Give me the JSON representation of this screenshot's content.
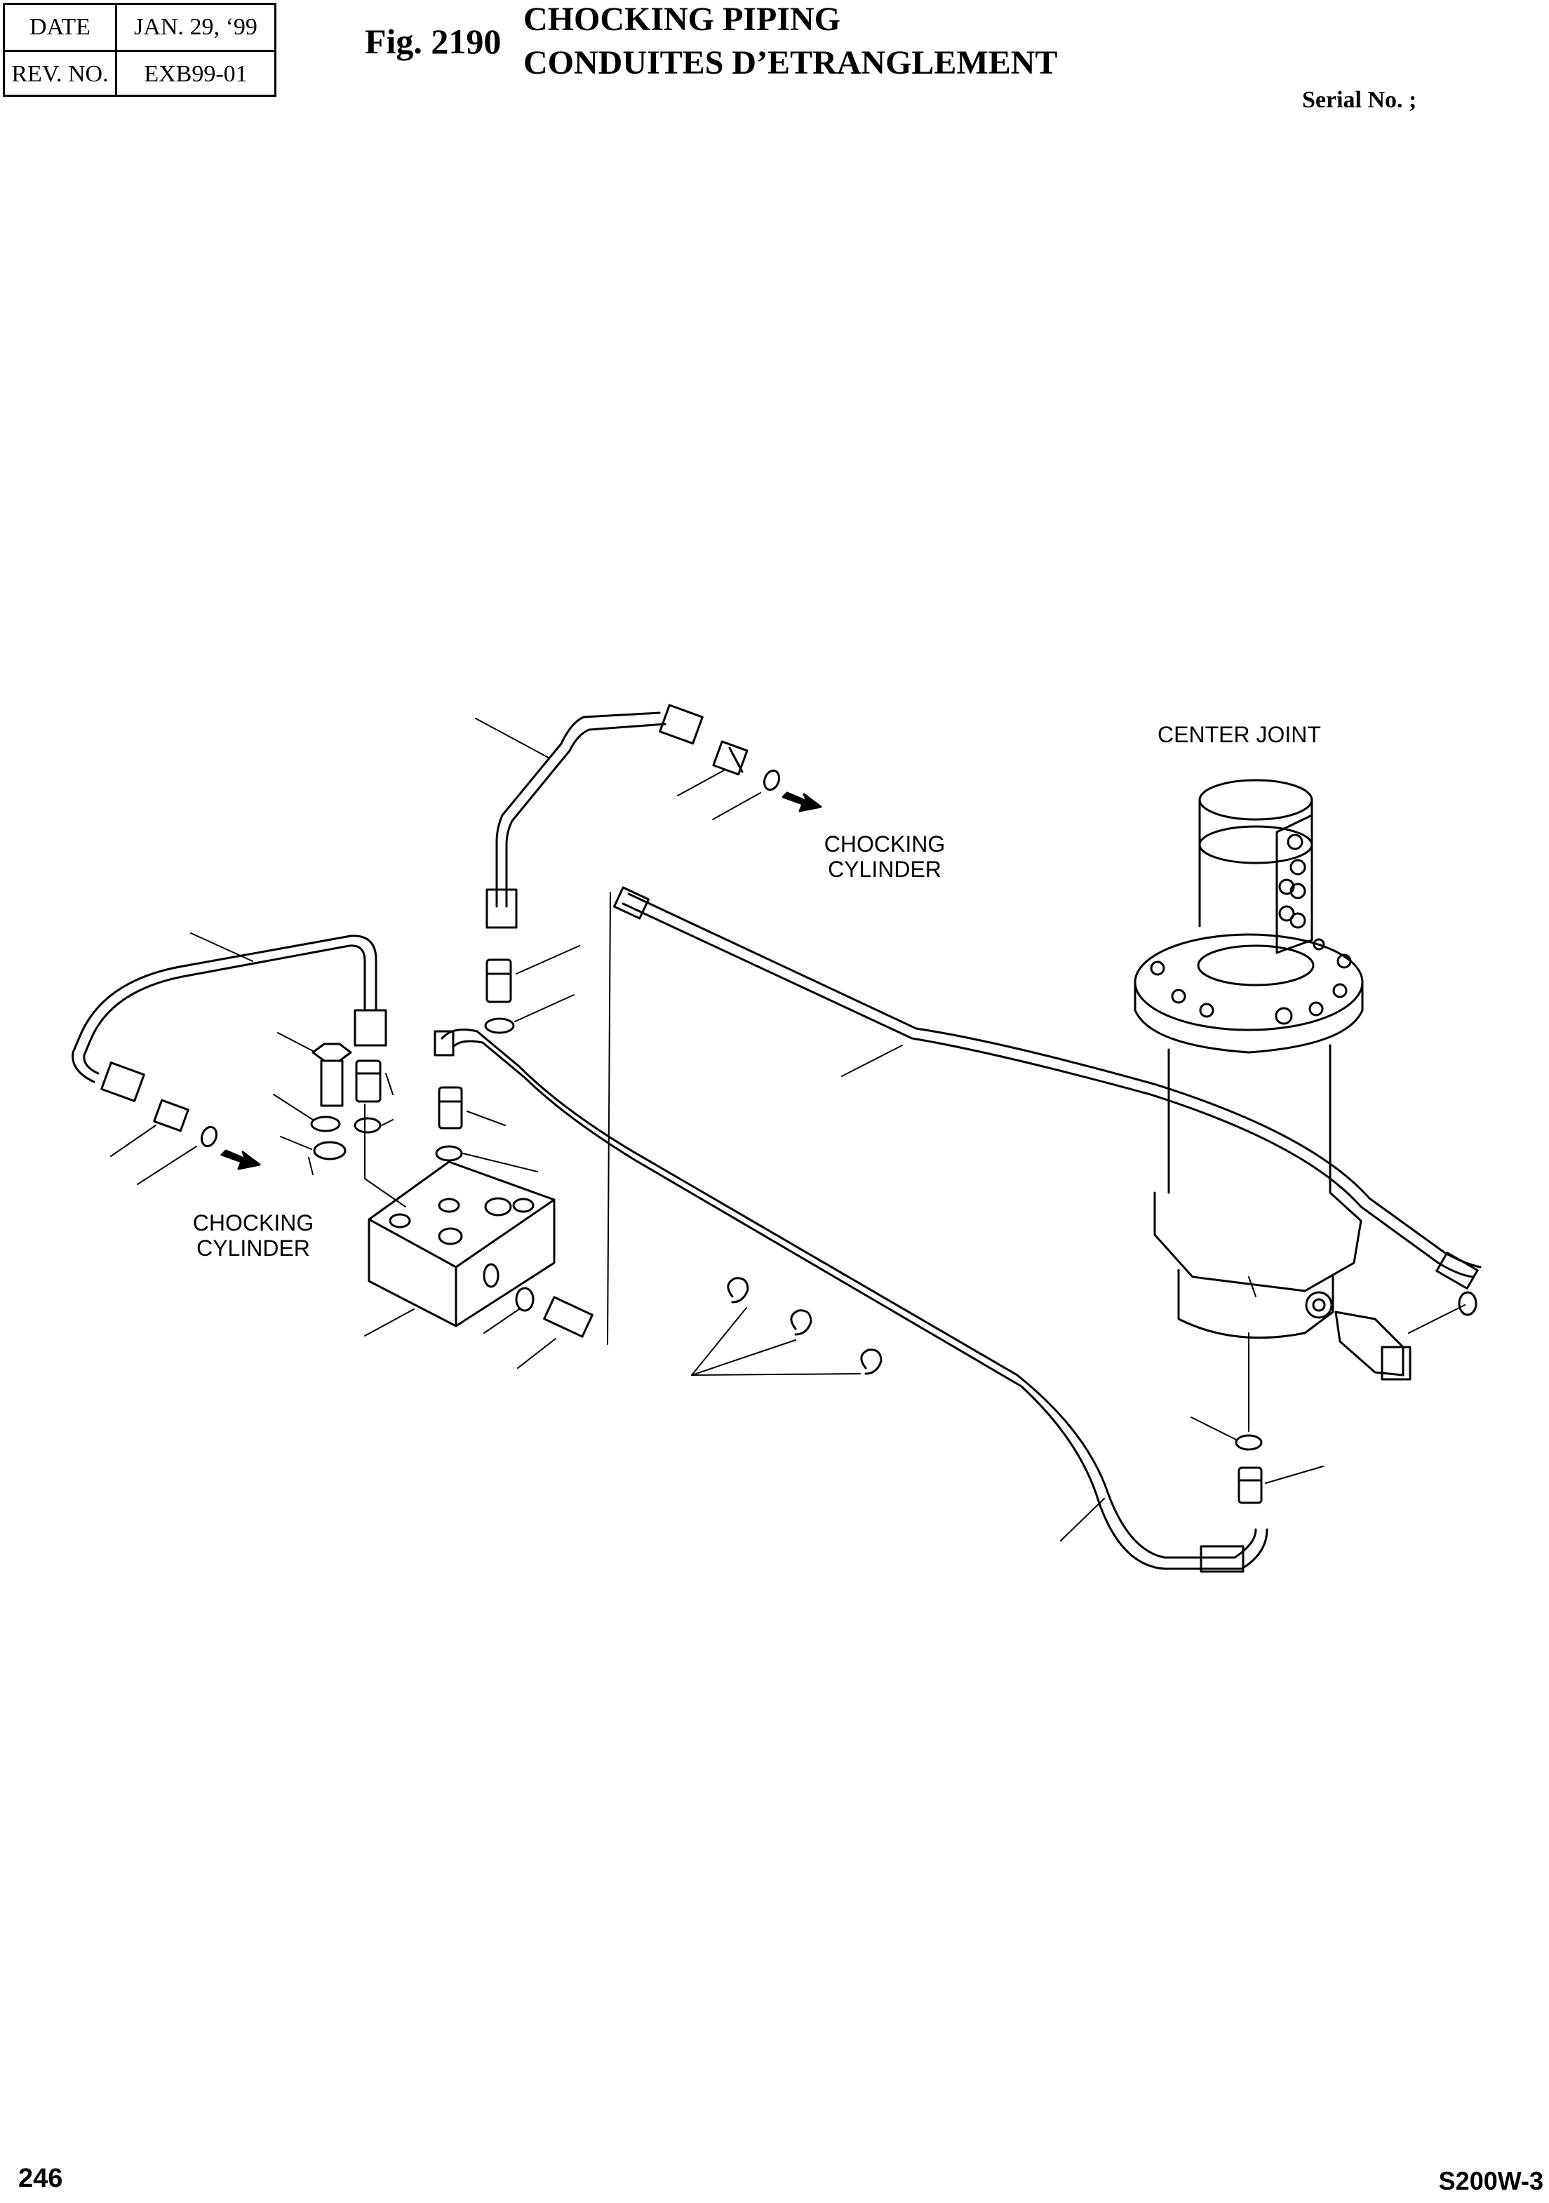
{
  "header": {
    "date_label": "DATE",
    "date_value": "JAN. 29, ‘99",
    "rev_label": "REV. NO.",
    "rev_value": "EXB99-01",
    "fig_number": "Fig. 2190",
    "title_en": "CHOCKING PIPING",
    "title_fr": "CONDUITES D’ETRANGLEMENT",
    "serial": "Serial No. ;"
  },
  "diagram": {
    "labels": {
      "center_joint": "CENTER JOINT",
      "chocking_upper_1": "CHOCKING",
      "chocking_upper_2": "CYLINDER",
      "chocking_left_1": "CHOCKING",
      "chocking_left_2": "CYLINDER"
    }
  },
  "footer": {
    "page": "246",
    "model": "S200W-3"
  }
}
